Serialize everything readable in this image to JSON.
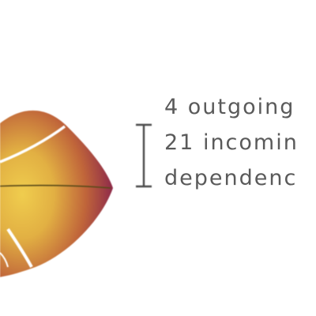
{
  "annotation": {
    "lines": [
      "4 outgoing",
      "21 incomin",
      "dependenc"
    ]
  },
  "colors": {
    "leaf_dark": "#8e2a4a",
    "leaf_mid": "#c2723a",
    "leaf_light": "#e9c24a",
    "vein": "#5a4a18",
    "text": "#5a5a5a",
    "bracket": "#4a4a4a"
  }
}
